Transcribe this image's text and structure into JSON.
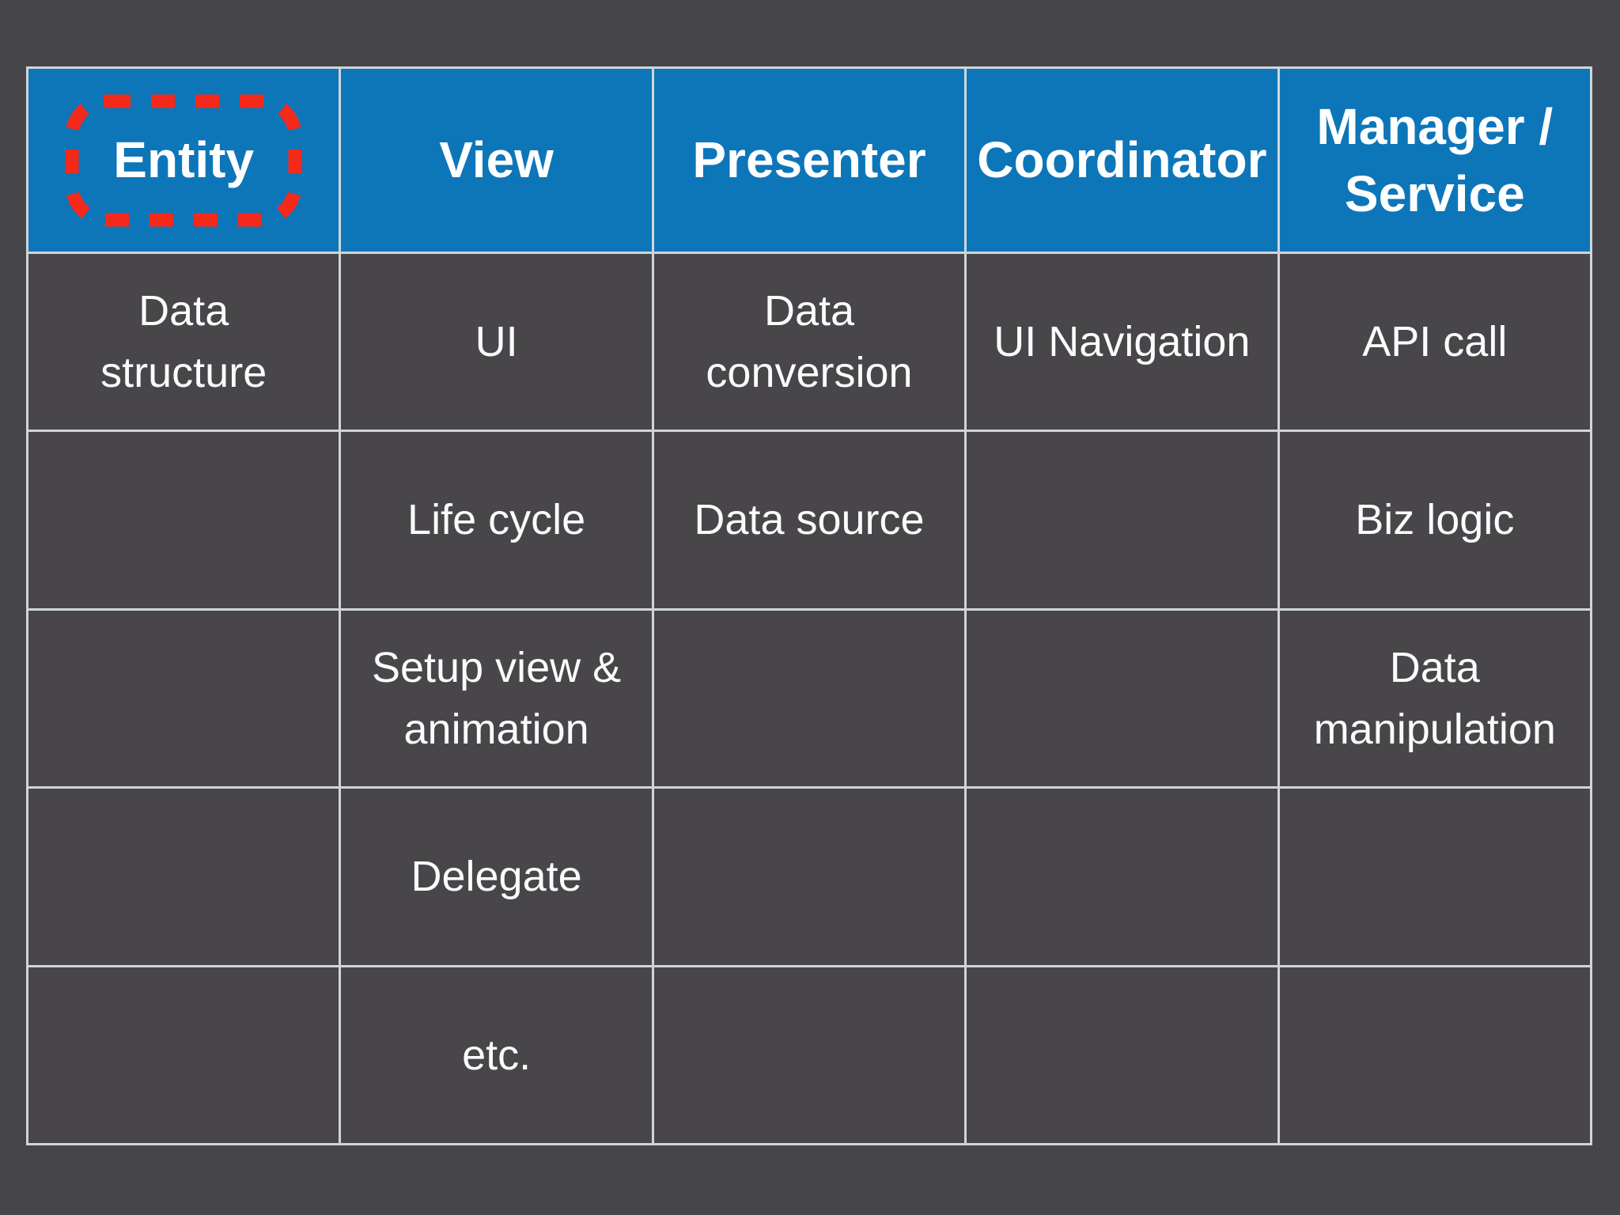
{
  "slide": {
    "background_color": "#464549"
  },
  "table": {
    "header": [
      "Entity",
      "View",
      "Presenter",
      "Coordinator",
      "Manager /\nService"
    ],
    "rows": [
      [
        "Data\nstructure",
        "UI",
        "Data\nconversion",
        "UI Navigation",
        "API call"
      ],
      [
        "",
        "Life cycle",
        "Data source",
        "",
        "Biz logic"
      ],
      [
        "",
        "Setup view &\nanimation",
        "",
        "",
        "Data\nmanipulation"
      ],
      [
        "",
        "Delegate",
        "",
        "",
        ""
      ],
      [
        "",
        "etc.",
        "",
        "",
        ""
      ]
    ],
    "colors": {
      "header_bg": "#0d76b9",
      "cell_bg": "#484649",
      "border": "#d0d5d9",
      "header_text": "#ffffff",
      "body_text": "#fbfbfd"
    }
  },
  "annotation": {
    "target": "Entity",
    "shape": "dashed-rounded-rectangle",
    "color": "#f5291a"
  }
}
